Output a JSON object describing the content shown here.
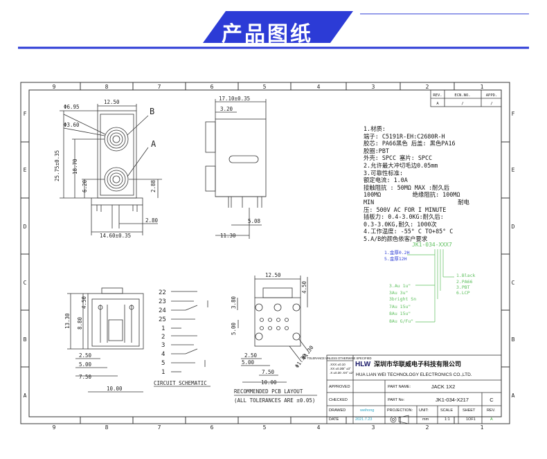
{
  "banner": {
    "title": "产品图纸"
  },
  "border": {
    "columns": [
      "9",
      "8",
      "7",
      "6",
      "5",
      "4",
      "3",
      "2",
      "1"
    ],
    "rows": [
      "F",
      "E",
      "D",
      "C",
      "B",
      "A"
    ]
  },
  "revision_table": {
    "headers": [
      "REV.",
      "ECN.NO.",
      "APPD."
    ],
    "row": [
      "A",
      "/",
      "/"
    ]
  },
  "notes": [
    "1.材质:",
    "端子: C5191R-EH:C2680R-H",
    "胶芯: PA66黑色 后盖: 黑色PA16",
    "胶圈:PBT",
    "外壳: SPCC 塞片: SPCC",
    "2.允许最大冲切毛边0.05mm",
    "3.可靠性标准:",
    "额定电流: 1.0A",
    "接触阻抗 : 50MΩ MAX :耐久后",
    "100MΩ         绝缘阻抗: 100MΩ",
    "MIN                        耐电",
    "压: 500V AC FOR I MINUTE",
    "插板力: 0.4-3.0KG:耐久后:",
    "0.3-3.0KG,耐久: 1000次",
    "4.工作温度: -55° C TO+85° C",
    "5.A/B的颜色依客户要求"
  ],
  "front_view": {
    "dims": [
      "12.50",
      "Φ6.95",
      "Φ3.60",
      "25.75±0.35",
      "18.70",
      "6.20",
      "2.88",
      "2.80",
      "14.60±0.35"
    ],
    "callouts": [
      "B",
      "A"
    ]
  },
  "side_view": {
    "dims": [
      "17.10±0.35",
      "3.20",
      "5.08",
      "11.30"
    ]
  },
  "bottom_view": {
    "dims": [
      "4.50",
      "13.30",
      "8.80",
      "2.50",
      "5.00",
      "7.50",
      "10.00"
    ]
  },
  "circuit": {
    "pins": [
      "22",
      "23",
      "24",
      "25",
      "1",
      "2",
      "3",
      "4",
      "5",
      "1"
    ],
    "title": "CIRCUIT SCHEMATIC"
  },
  "pcb": {
    "dims": [
      "12.50",
      "3.80",
      "4.50",
      "5.00",
      "2.50",
      "5.00",
      "7.50",
      "10.00",
      "Φ1.30",
      "Φ1.30"
    ],
    "title": "RECOMMENDED PCB LAYOUT",
    "tolerance": "(ALL TOLERANCES ARE ±0.05)"
  },
  "part_code": {
    "code": "JK1-034-XXX7",
    "left_labels": [
      "1.金厚0.2H",
      "5.金厚12H"
    ],
    "right_labels": [
      "1.Black",
      "2.PA66",
      "3.PBT",
      "6.LCP"
    ],
    "options": [
      "3.Au 1u\"",
      "3Au 3u\"",
      "3bright Sn",
      "7Au 15u\"",
      "8Au 15u\"",
      "8Au G/Fu\""
    ]
  },
  "title_block": {
    "tolerance_title": "TOLERANCE UNLESS OTHERWISE SPECIFIED",
    "tolerance_rows": [
      ".XXX ±0.10",
      ".XX ±0.20",
      ".X ±0.30",
      "X° ±3°",
      ".XX° ±2°"
    ],
    "logo": "HLW",
    "company_cn": "深圳市华联威电子科技有限公司",
    "company_en": "HUA LIAN WEI TECHNOLOGY ELECTRONICS CO.,LTD.",
    "approved_label": "APPROVED",
    "part_name_label": "PART NAME:",
    "part_name": "JACK 1X2",
    "checked_label": "CHECKED",
    "part_no_label": "PART No:",
    "part_no": "JK1-034-X217",
    "rev_value": "C",
    "drawed_label": "DRAWED",
    "drawer": "weihong",
    "projection_label": "PROJECTION:",
    "unit_label": "UNIT:",
    "scale_label": "SCALE",
    "sheet_label": "SHEET",
    "rev_label": "REV.",
    "date_label": "DATE",
    "date": "2021.7.23",
    "unit": "mm",
    "scale": "1:1",
    "sheet": "1OF1",
    "rev": "A"
  }
}
